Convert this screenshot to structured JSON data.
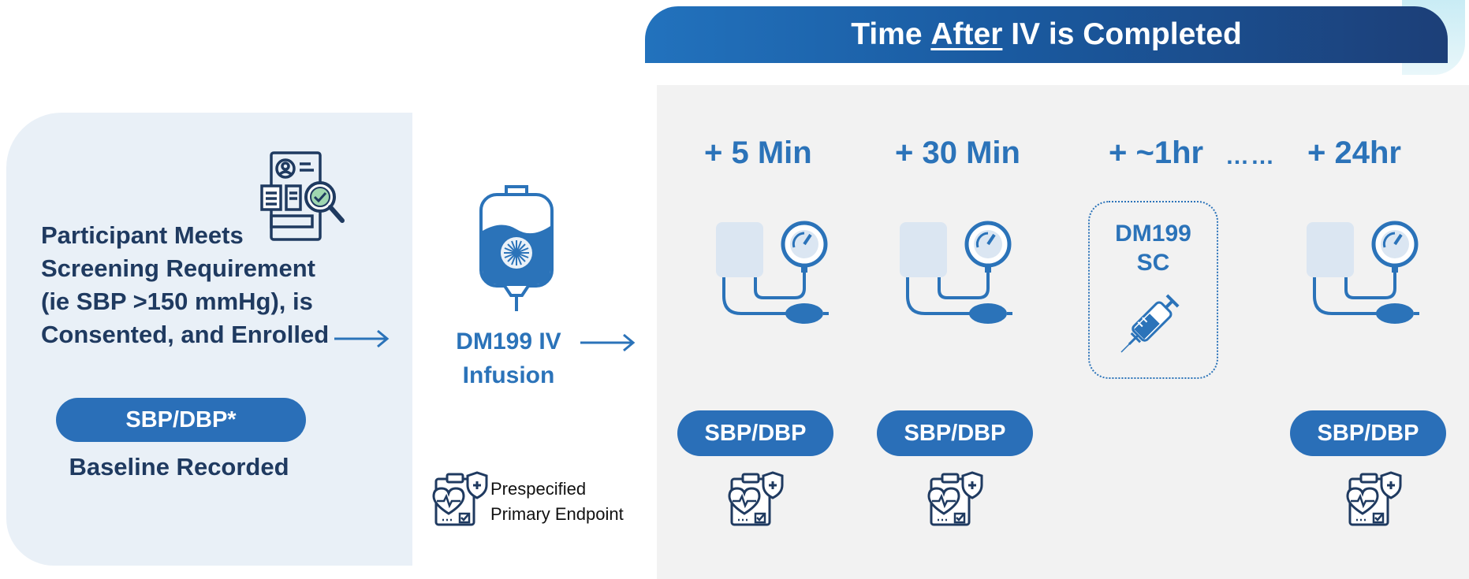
{
  "header": {
    "title_before": "Time ",
    "title_emphasis": "After",
    "title_after": " IV is Completed"
  },
  "screening": {
    "lines": [
      "Participant Meets",
      "Screening Requirement",
      "(ie SBP >150 mmHg), is",
      "Consented, and Enrolled"
    ],
    "baseline_pill": "SBP/DBP*",
    "baseline_label": "Baseline Recorded"
  },
  "infusion": {
    "line1": "DM199 IV",
    "line2": "Infusion"
  },
  "timepoints": [
    {
      "label": "+ 5 Min",
      "measure": "SBP/DBP"
    },
    {
      "label": "+ 30 Min",
      "measure": "SBP/DBP"
    },
    {
      "label": "+ ~1hr"
    },
    {
      "label": "+ 24hr",
      "measure": "SBP/DBP"
    }
  ],
  "ellipsis": "……",
  "sc_dose": {
    "line1": "DM199",
    "line2": "SC"
  },
  "legend": {
    "line1": "Prespecified",
    "line2": "Primary Endpoint"
  },
  "colors": {
    "primary_blue": "#2a6fb8",
    "navy_text": "#1f3a60",
    "left_panel_bg": "#e9f0f7",
    "right_panel_bg": "#f2f2f2"
  },
  "icons": {
    "screening": "document-search-icon",
    "infusion": "iv-bag-icon",
    "arrow": "right-arrow-icon",
    "blood_pressure": "blood-pressure-monitor-icon",
    "syringe": "syringe-icon",
    "endpoint": "medical-report-icon"
  }
}
